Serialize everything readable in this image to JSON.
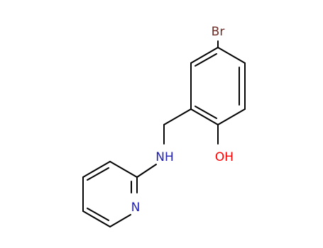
{
  "molecule": {
    "atoms": {
      "bromine": "Br",
      "hydroxyl": "OH",
      "amine": "NH",
      "pyridine_nitrogen": "N"
    },
    "colors": {
      "bond": "#000000",
      "bromine": "#6b2a24",
      "oxygen": "#ff0000",
      "nitrogen": "#1f1fb4"
    }
  }
}
